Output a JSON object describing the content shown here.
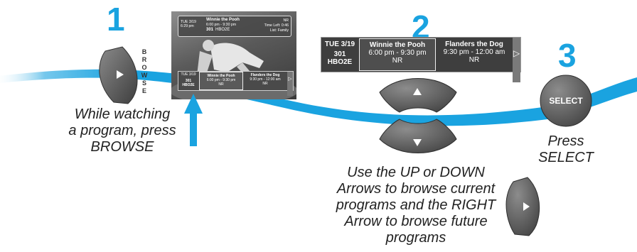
{
  "colors": {
    "accent": "#1aa3e0",
    "accent_dark": "#0d8fcf",
    "button_gray": "#5c5c5c",
    "band_dark": "#444444"
  },
  "steps": [
    {
      "number": "1",
      "caption": [
        "While watching",
        "a program, press",
        "BROWSE"
      ]
    },
    {
      "number": "2",
      "caption": [
        "Use the UP or DOWN",
        "Arrows to browse current",
        "programs and the RIGHT",
        "Arrow to browse future",
        "programs"
      ]
    },
    {
      "number": "3",
      "caption": [
        "Press",
        "SELECT"
      ]
    }
  ],
  "browse_button": {
    "icon": "play-arrow-icon",
    "side_label": "BROWSE"
  },
  "tv_screen": {
    "top_info": {
      "date": "TUE 3/19",
      "time": "6:29 pm",
      "title": "Winnie the Pooh",
      "rating": "NR",
      "schedule": "6:00 pm - 9:30 pm",
      "time_left": "Time Left: 0:46",
      "channel_num": "301",
      "channel_name": "HBO2E",
      "list": "List: Family"
    },
    "band": {
      "date": "TUE 3/19",
      "channel_num": "301",
      "channel_name": "HBO2E",
      "current": {
        "title": "Winnie the Pooh",
        "time": "6:00 pm - 9:30 pm",
        "rating": "NR"
      },
      "next": {
        "title": "Flanders the Dog",
        "time": "9:30 pm - 12:00 am",
        "rating": "NR"
      }
    }
  },
  "browse_band": {
    "date": "TUE 3/19",
    "channel_num": "301",
    "channel_name": "HBO2E",
    "current": {
      "title": "Winnie the Pooh",
      "time": "6:00 pm - 9:30 pm",
      "rating": "NR"
    },
    "next": {
      "title": "Flanders the Dog",
      "time": "9:30 pm - 12:00 am",
      "rating": "NR"
    }
  },
  "select_button": {
    "label": "SELECT"
  }
}
